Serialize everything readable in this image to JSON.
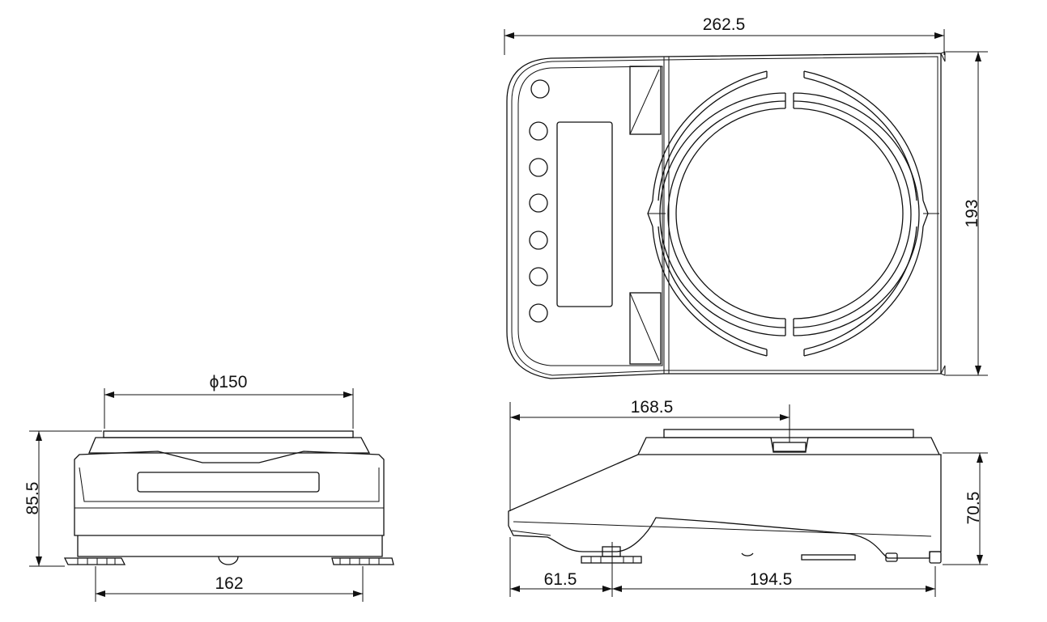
{
  "dimensions": {
    "top_width": "262.5",
    "top_depth": "193",
    "pan_diameter": "ϕ150",
    "front_height": "85.5",
    "front_feet_span": "162",
    "side_pan_center": "168.5",
    "side_height": "70.5",
    "side_front_to_foot": "61.5",
    "side_foot_to_rear": "194.5"
  }
}
